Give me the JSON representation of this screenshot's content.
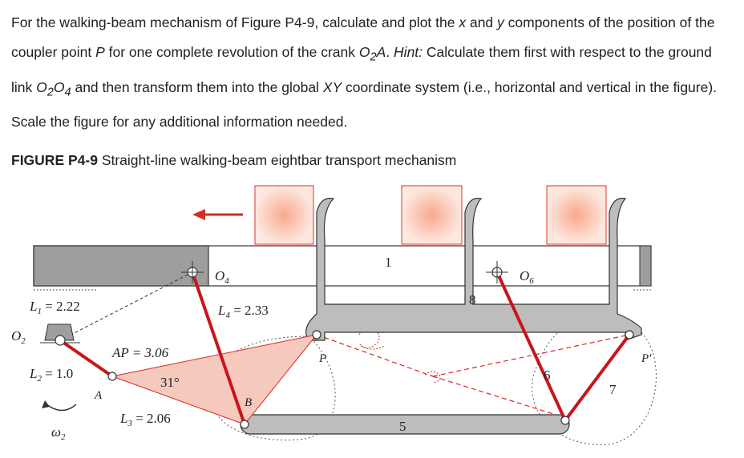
{
  "problem": {
    "p1": "For the walking-beam mechanism of Figure P4-9, calculate and plot the ",
    "x": "x",
    "and": " and ",
    "y": "y",
    "p2": " components of the position of the coupler point ",
    "P": "P",
    "p3": " for one complete revolution of the crank ",
    "O2": "O",
    "O2sub": "2",
    "A": "A",
    "p4": ". ",
    "hint": "Hint:",
    "p5": " Calculate them first with respect to the ground link ",
    "O": "O",
    "sub2": "2",
    "sub4": "4",
    "p6": " and then transform them into the global ",
    "XY": "XY",
    "p7": " coordinate system (i.e., horizontal and vertical in the figure). Scale the figure for any additional information needed."
  },
  "caption": {
    "label": "FIGURE P4-9",
    "text": " Straight-line walking-beam eightbar transport mechanism"
  },
  "figure": {
    "L1": "L",
    "L1sub": "1",
    "L1val": " = 2.22",
    "L2": "L",
    "L2sub": "2",
    "L2val": " = 1.0",
    "L3": "L",
    "L3sub": "3",
    "L3val": " = 2.06",
    "L4": "L",
    "L4sub": "4",
    "L4val": " = 2.33",
    "AP": "AP = 3.06",
    "angle": "31°",
    "O": "O",
    "sub2": "2",
    "sub4": "4",
    "sub6": "6",
    "omega": "ω",
    "A": "A",
    "B": "B",
    "P": "P",
    "Pprime": "P'",
    "link1": "1",
    "link5": "5",
    "link6": "6",
    "link7": "7",
    "link8": "8"
  },
  "colors": {
    "link_red": "#c8151b",
    "beam_gray": "#bdbdbd",
    "ground_gray": "#9e9e9e",
    "triangle_fill": "#f6c9bd",
    "box_edge": "#e0332a"
  }
}
